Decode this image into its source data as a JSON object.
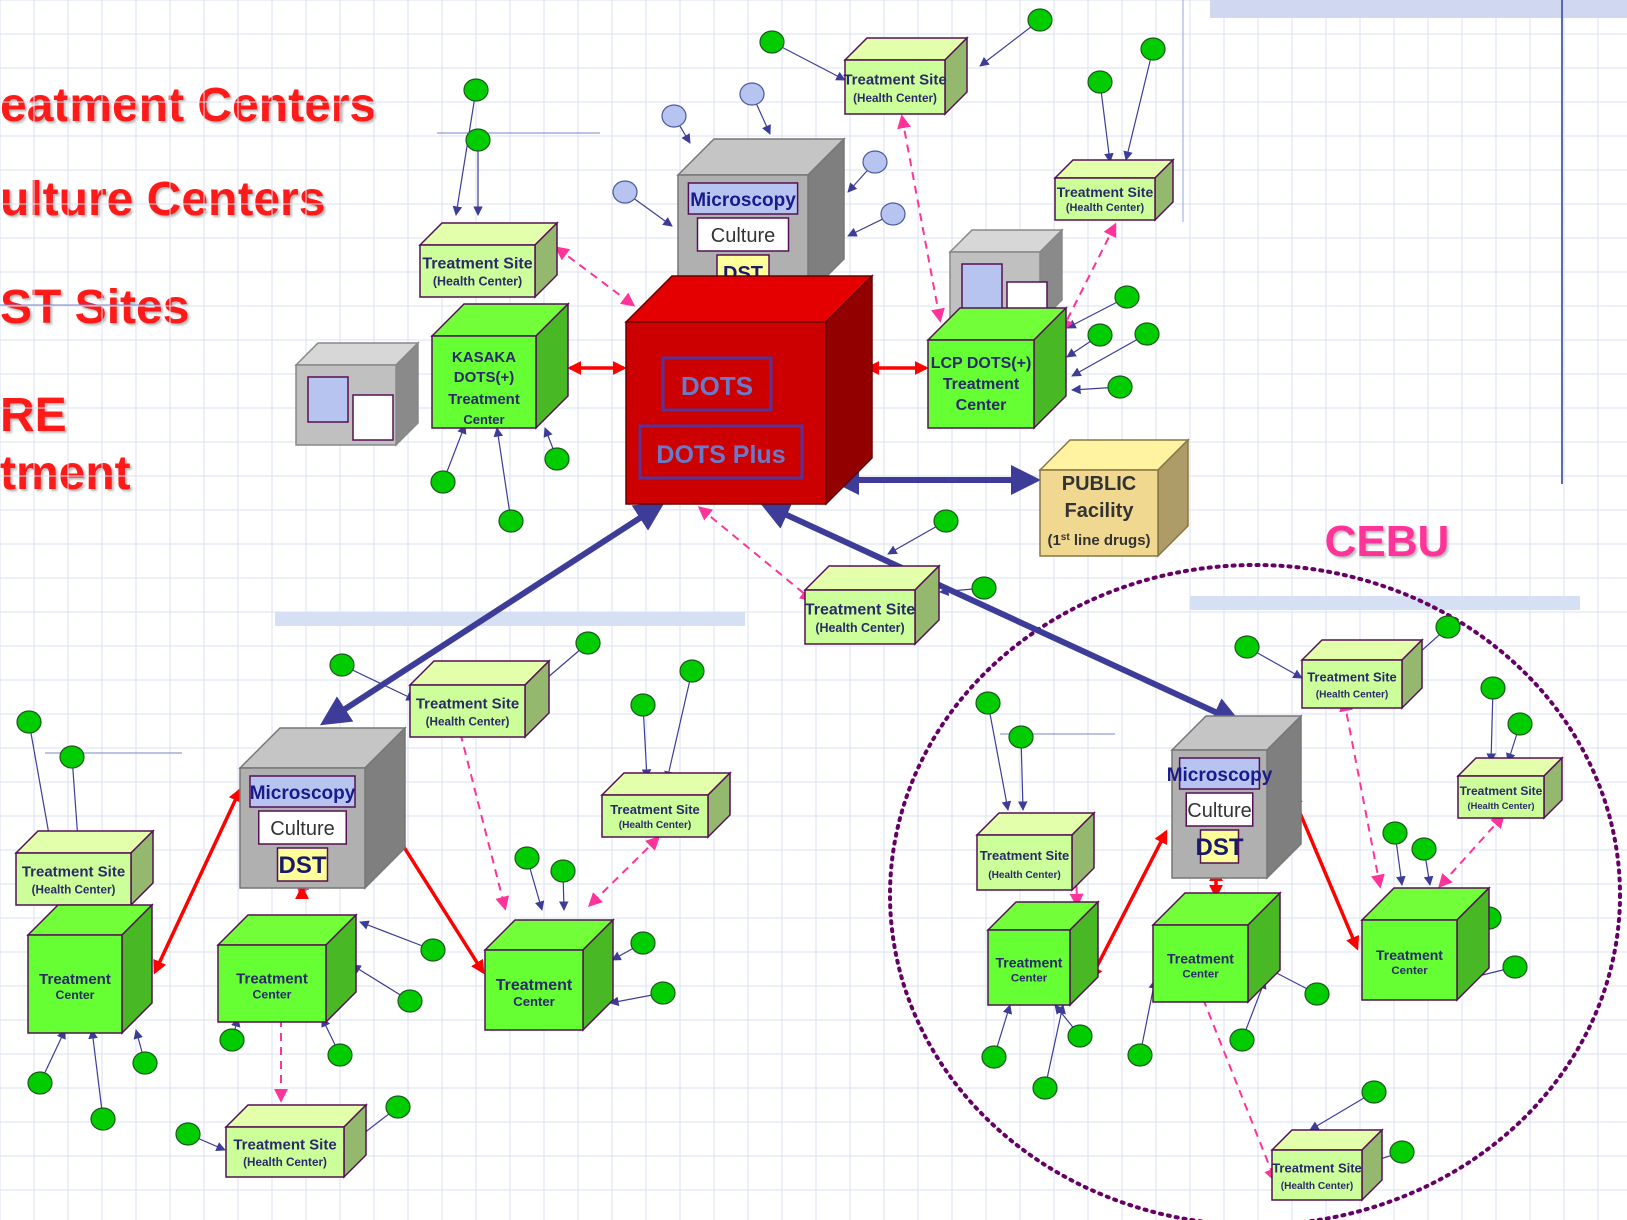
{
  "legend": {
    "line1": "eatment Centers",
    "line2": "ulture Centers",
    "line3": "ST Sites",
    "line4": "RE",
    "line5": "tment"
  },
  "cebu_label": "CEBU",
  "labels": {
    "ts_title": "Treatment Site",
    "ts_sub": "(Health Center)",
    "tc_title": "Treatment",
    "tc_sub": "Center",
    "microscopy": "Microscopy",
    "culture": "Culture",
    "dst": "DST",
    "dots": "DOTS",
    "dots_plus": "DOTS Plus",
    "kasaka1": "KASAKA",
    "kasaka2": "DOTS(+)",
    "kasaka3": "Treatment",
    "kasaka4": "Center",
    "lcp1": "LCP DOTS(+)",
    "lcp2": "Treatment",
    "lcp3": "Center",
    "public1": "PUBLIC",
    "public2": "Facility",
    "public3_pre": "(1",
    "public3_sup": "st",
    "public3_post": " line drugs)"
  },
  "colors": {
    "box_light": "#ccff99",
    "box_green": "#66ff33",
    "dot": "#00cc00",
    "dot_blue": "#b8c4f0",
    "dots_red": "#cc0000",
    "grey": "#b0b0b0",
    "tan": "#f0d890",
    "navy": "#3d3d99",
    "red_arrow": "#ff0000",
    "pink": "#ff3399",
    "legend_red": "#ff1a1a",
    "cebu": "#ff3399",
    "circle": "#660066"
  }
}
